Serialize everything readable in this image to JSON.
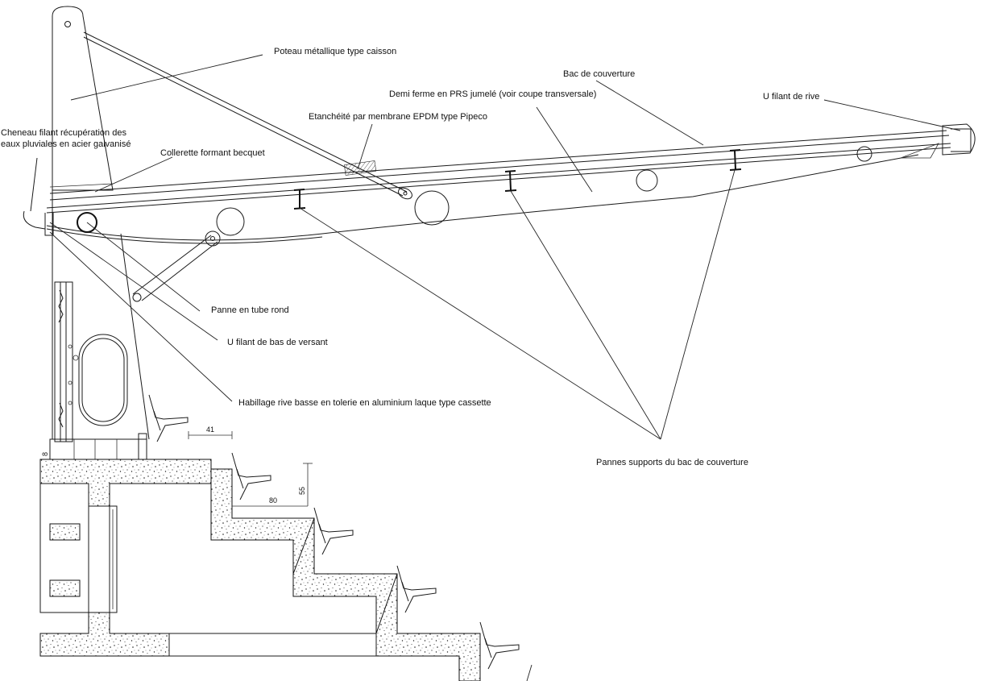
{
  "labels": {
    "poteau": "Poteau métallique type caisson",
    "bac": "Bac de couverture",
    "demi_ferme": "Demi ferme en PRS jumelé (voir coupe transversale)",
    "u_rive": "U filant de rive",
    "etancheite": "Etanchéité par membrane EPDM type Pipeco",
    "cheneau_1": "Cheneau filant récupération des",
    "cheneau_2": "eaux pluviales en acier galvanisé",
    "collerette": "Collerette formant becquet",
    "panne_tube": "Panne en tube rond",
    "u_bas": "U filant de bas de versant",
    "habillage": "Habillage rive basse en tolerie en aluminium laque type cassette",
    "pannes_supports": "Pannes supports du bac de couverture"
  },
  "dimensions": {
    "d41": "41",
    "d80": "80",
    "d55": "55",
    "d8": "8"
  },
  "colors": {
    "line": "#1a1a1a",
    "background": "#ffffff"
  }
}
